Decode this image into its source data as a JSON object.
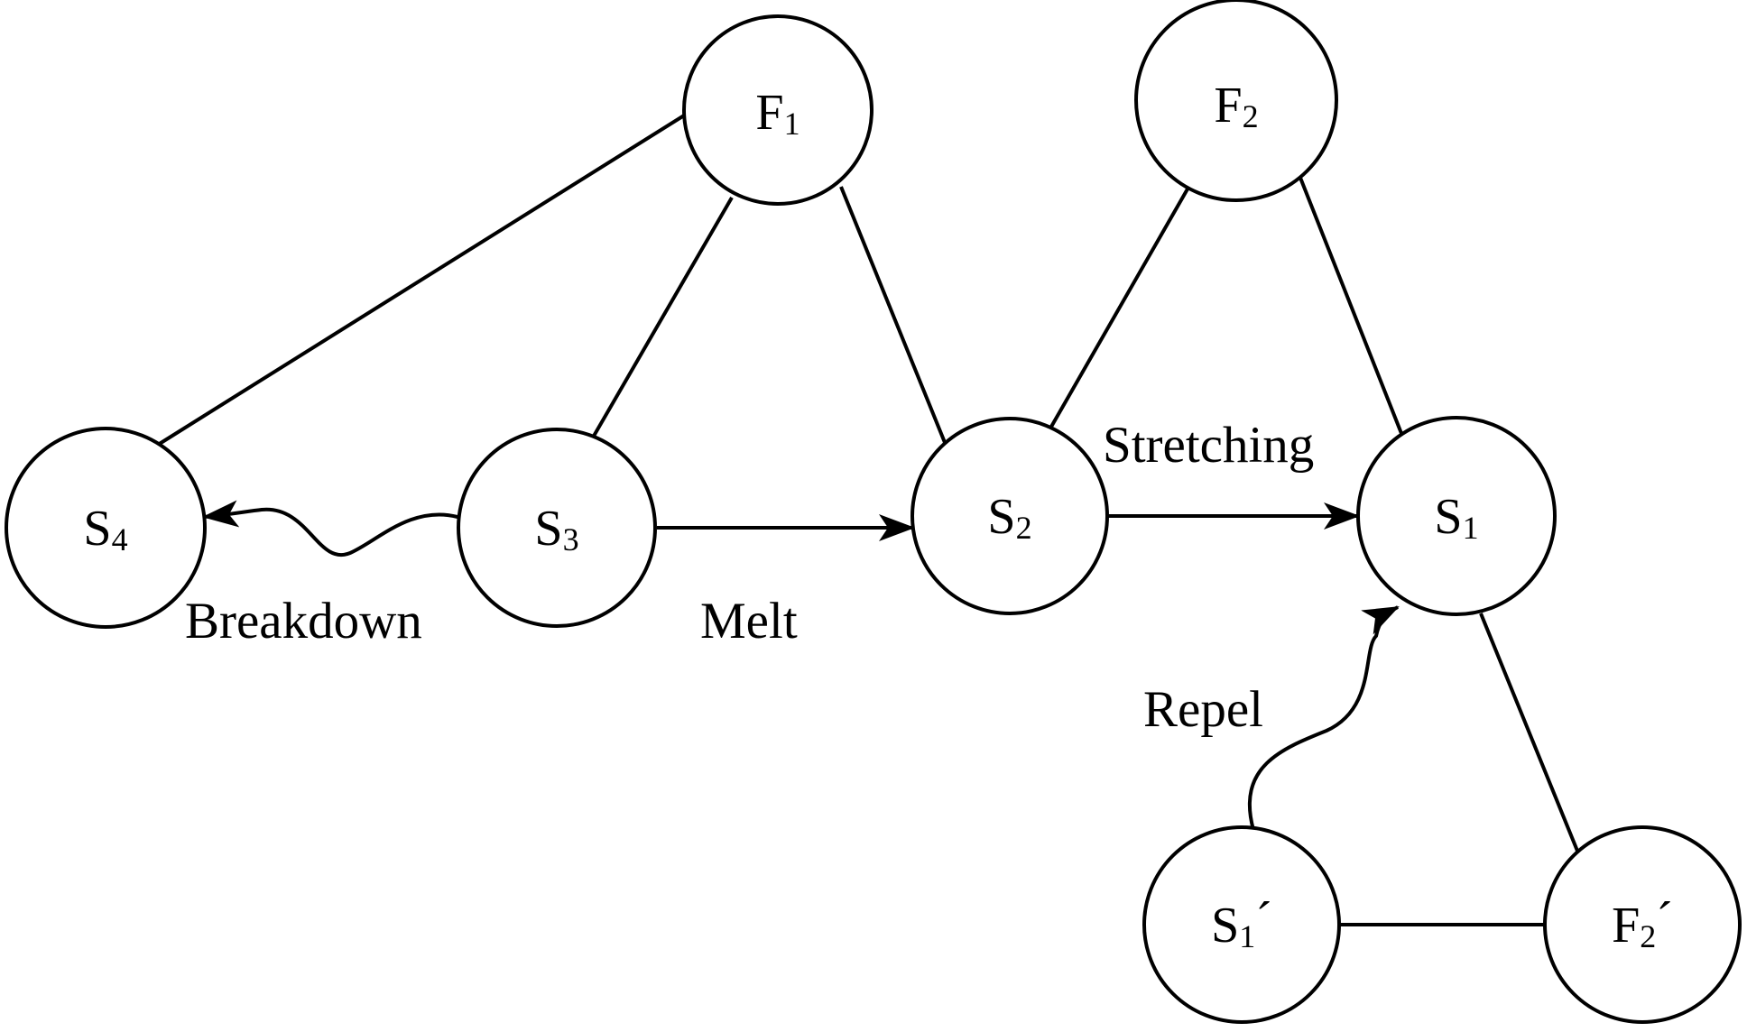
{
  "nodes": {
    "F1": {
      "letter": "F",
      "sub": "1",
      "prime": ""
    },
    "F2": {
      "letter": "F",
      "sub": "2",
      "prime": ""
    },
    "S4": {
      "letter": "S",
      "sub": "4",
      "prime": ""
    },
    "S3": {
      "letter": "S",
      "sub": "3",
      "prime": ""
    },
    "S2": {
      "letter": "S",
      "sub": "2",
      "prime": ""
    },
    "S1": {
      "letter": "S",
      "sub": "1",
      "prime": ""
    },
    "S1p": {
      "letter": "S",
      "sub": "1",
      "prime": "´"
    },
    "F2p": {
      "letter": "F",
      "sub": "2",
      "prime": "´"
    }
  },
  "edges": [
    {
      "from": "S4",
      "to": "F1",
      "kind": "line"
    },
    {
      "from": "S3",
      "to": "F1",
      "kind": "line"
    },
    {
      "from": "S2",
      "to": "F1",
      "kind": "line"
    },
    {
      "from": "S2",
      "to": "F2",
      "kind": "line"
    },
    {
      "from": "S1",
      "to": "F2",
      "kind": "line"
    },
    {
      "from": "S1",
      "to": "F2p",
      "kind": "line"
    },
    {
      "from": "S1p",
      "to": "F2p",
      "kind": "line"
    },
    {
      "from": "S3",
      "to": "S2",
      "kind": "arrow",
      "label": "Melt"
    },
    {
      "from": "S2",
      "to": "S1",
      "kind": "arrow",
      "label": "Stretching"
    },
    {
      "from": "S3",
      "to": "S4",
      "kind": "wavy-arrow",
      "label": "Breakdown"
    },
    {
      "from": "S1p",
      "to": "S1",
      "kind": "wavy-arrow",
      "label": "Repel"
    }
  ],
  "labels": {
    "melt": "Melt",
    "stretching": "Stretching",
    "breakdown": "Breakdown",
    "repel": "Repel"
  }
}
